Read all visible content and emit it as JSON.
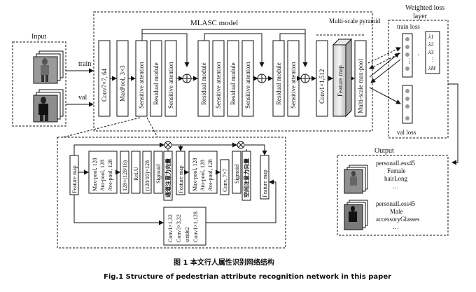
{
  "input": {
    "title": "Input",
    "train_label": "train",
    "val_label": "val"
  },
  "mlasc": {
    "title": "MLASC model",
    "conv": "Conv7×7, 64",
    "maxpool": "MaxPool, 3×3",
    "sensitive": "Sensitive attention",
    "residual": "Residual module",
    "conv1": "Conv1×1,512",
    "feature_map": "Feature map",
    "msmax": "Multi-scale max-pool",
    "pyramid_title": "Multi-scale pyramid"
  },
  "weighted_loss": {
    "title": "Weighted loss layer",
    "train_loss": "train loss",
    "val_loss": "val loss",
    "lambdas": [
      "λ1",
      "λ2",
      "λ3",
      "⋮",
      "λM"
    ]
  },
  "attention": {
    "feature_map": "Feature map",
    "pools": "Max-pool, 128 Ato-pool, 128 Ave-pool, 128",
    "fc1": "128×(128/16)",
    "relu": "ReLU",
    "fc2": "(128/16)×128",
    "sigmoid": "Sigmoid",
    "chan_weight": "通道注意力向量",
    "pools2": "Max-pool, 128 Ato-pool, 128 Ave-pool, 128",
    "conv7": "Conv, 7×7",
    "space_weight": "空间注意力向量",
    "convs": "Conv1×1,32 Conv3×3,32 stride2 Conv1×1,128"
  },
  "output": {
    "title": "Output",
    "person1": [
      "personalLess45",
      "Female",
      "hairLong",
      "…"
    ],
    "person2": [
      "personalLess45",
      "Male",
      "accessoryGlasses",
      "…"
    ]
  },
  "caption": {
    "cn": "图 1   本文行人属性识别网络结构",
    "en": "Fig.1    Structure of pedestrian attribute recognition network in this paper"
  }
}
